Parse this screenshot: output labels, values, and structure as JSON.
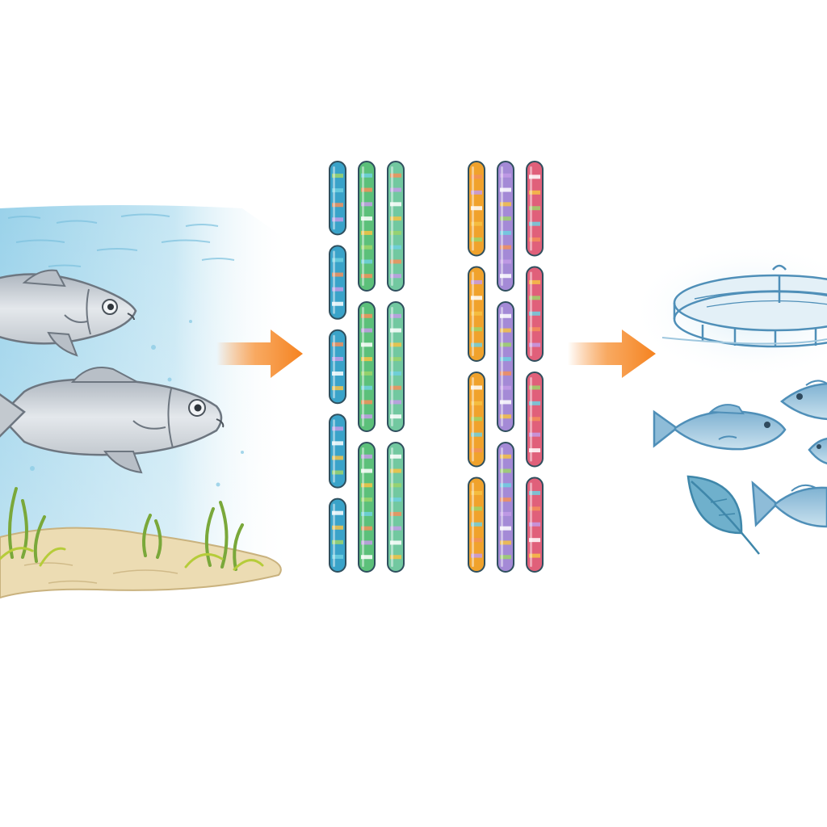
{
  "panels": {
    "wild": {
      "icons": [
        "wild-fish-icon",
        "wild-fish-icon",
        "seagrass-icon",
        "sand-seabed"
      ]
    },
    "chromosomes": {
      "groups": [
        {
          "columns": [
            {
              "color": "#3aa3c9",
              "segments": 5
            },
            {
              "color": "#5cc07a",
              "segments": 3
            },
            {
              "color": "#72c8a0",
              "segments": 3
            }
          ]
        },
        {
          "columns": [
            {
              "color": "#f0a22c",
              "segments": 4
            },
            {
              "color": "#a48ad6",
              "segments": 3
            },
            {
              "color": "#e0607a",
              "segments": 4
            }
          ]
        }
      ],
      "stripe_colors": [
        "#f6c244",
        "#9ed36a",
        "#6fd0e0",
        "#f38f5a",
        "#c39be6",
        "#ffffff"
      ]
    },
    "farmed": {
      "icons": [
        "net-pen-cage-icon",
        "farmed-fish-icon",
        "farmed-fish-icon",
        "farmed-fish-icon",
        "farmed-fish-icon",
        "leaf-icon"
      ]
    }
  },
  "arrows": [
    "arrow-right-icon",
    "arrow-right-icon"
  ],
  "colors": {
    "water": "#bfe3f2",
    "water_deep": "#8ccbe6",
    "sand": "#ead9b0",
    "fish_silver": "#c9ced4",
    "fish_outline": "#6d7680",
    "arrow": "#f5821f",
    "farm_blue": "#4f8fb8",
    "farm_fill": "#9fc7de"
  }
}
